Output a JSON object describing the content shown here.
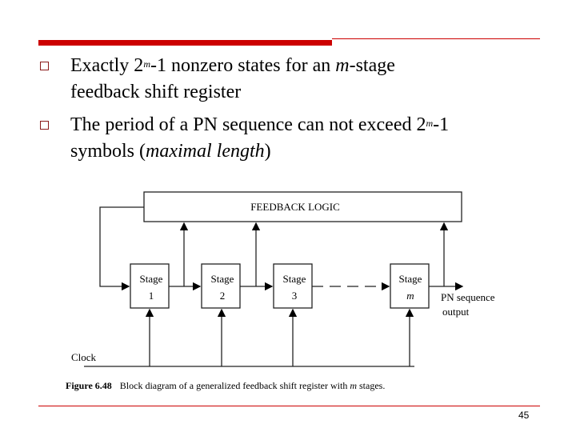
{
  "bullets": [
    {
      "line1_a": "Exactly 2",
      "line1_sup": "m",
      "line1_b": "-1 nonzero states for an ",
      "line1_em": "m",
      "line1_c": "-stage",
      "line2": "feedback shift register"
    },
    {
      "line1_a": "The period of a PN sequence can not exceed 2",
      "line1_sup": "m",
      "line1_b": "-1",
      "line2_a": "symbols (",
      "line2_em": "maximal length",
      "line2_b": ")"
    }
  ],
  "figure": {
    "feedback_label": "FEEDBACK LOGIC",
    "stages": [
      {
        "title": "Stage",
        "num": "1"
      },
      {
        "title": "Stage",
        "num": "2"
      },
      {
        "title": "Stage",
        "num": "3"
      },
      {
        "title": "Stage",
        "num": "m"
      }
    ],
    "output_label_1": "PN sequence",
    "output_label_2": "output",
    "clock_label": "Clock",
    "caption_bold": "Figure 6.48",
    "caption_a": "Block diagram of a generalized feedback shift register with ",
    "caption_em": "m",
    "caption_b": " stages."
  },
  "page_number": "45",
  "colors": {
    "accent": "#cc0000",
    "bullet": "#8b1a1a"
  }
}
